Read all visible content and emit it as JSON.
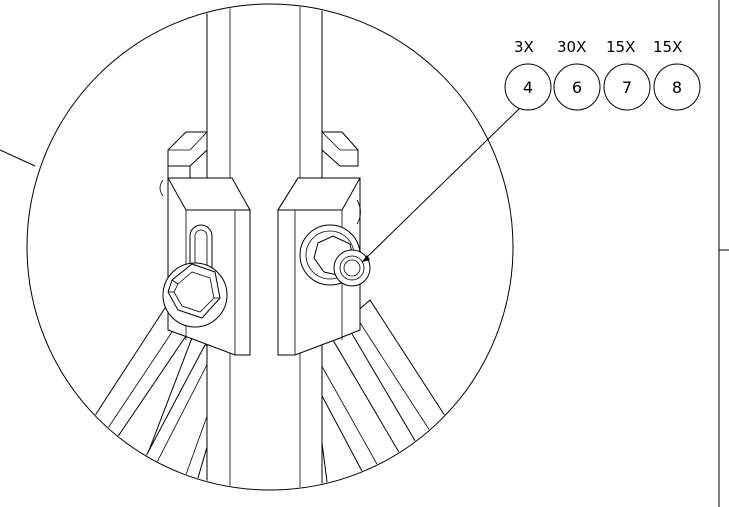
{
  "callouts": [
    {
      "qty": "3X",
      "item": "4"
    },
    {
      "qty": "30X",
      "item": "6"
    },
    {
      "qty": "15X",
      "item": "7"
    },
    {
      "qty": "15X",
      "item": "8"
    }
  ]
}
